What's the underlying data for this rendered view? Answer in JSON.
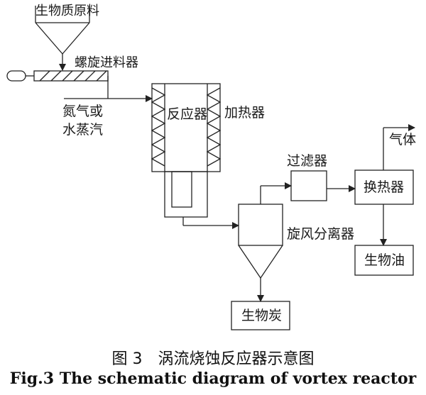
{
  "diagram": {
    "labels": {
      "biomass_feed": "生物质原料",
      "screw_feeder": "螺旋进料器",
      "carrier_gas": "氮气或",
      "carrier_gas_2": "水蒸汽",
      "reactor": "反应器",
      "heater": "加热器",
      "filter": "过滤器",
      "gas": "气体",
      "heat_exchanger": "换热器",
      "cyclone": "旋风分离器",
      "bio_oil": "生物油",
      "biochar": "生物炭"
    }
  },
  "caption": {
    "zh": "图 3　涡流烧蚀反应器示意图",
    "en": "Fig.3 The schematic diagram of vortex reactor"
  }
}
